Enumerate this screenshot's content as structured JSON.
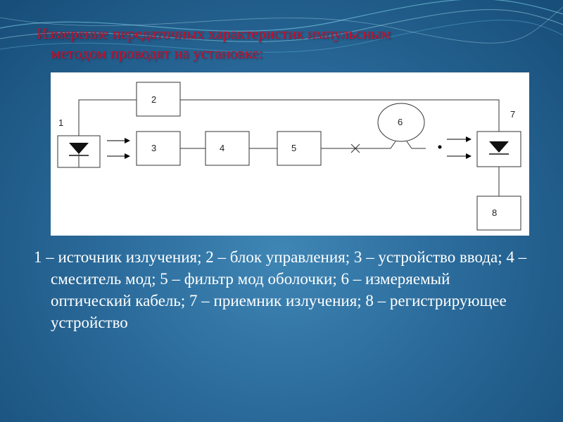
{
  "title": {
    "line1": "Измерение передаточных характеристик импульсным",
    "line2": "методом проводят на установке:"
  },
  "diagram": {
    "labels": {
      "n1": "1",
      "n2": "2",
      "n3": "3",
      "n4": "4",
      "n5": "5",
      "n6": "6",
      "n7": "7",
      "n8": "8"
    }
  },
  "legend": {
    "text": "1 – источник излучения; 2 – блок управления; 3 – устройство ввода; 4 – смеситель мод; 5 – фильтр мод оболочки; 6 – измеряемый оптический кабель; 7 – приемник излучения; 8 – регистрирующее устройство"
  },
  "colors": {
    "title": "#c8102e",
    "background": "#2a6a9a",
    "legend_text": "#ffffff"
  }
}
